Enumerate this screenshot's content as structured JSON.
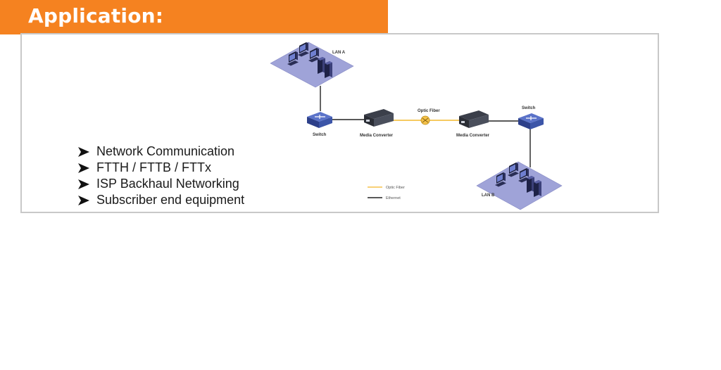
{
  "header": {
    "title": "Application:"
  },
  "applications": [
    "Network Communication",
    "FTTH / FTTB / FTTx",
    "ISP Backhaul Networking",
    "Subscriber end equipment"
  ],
  "diagram": {
    "lan_a": "LAN A",
    "lan_b": "LAN B",
    "switch_left": "Switch",
    "switch_right": "Switch",
    "converter_left": "Media Converter",
    "converter_right": "Media Converter",
    "fiber_label": "Optic Fiber",
    "legend": {
      "fiber": "Optic Fiber",
      "ethernet": "Ethernet"
    }
  },
  "colors": {
    "accent": "#f58220",
    "lan_panel": "#9fa3d8",
    "switch": "#3c55a8",
    "fiber": "#f5c24a",
    "ethernet": "#222222"
  }
}
